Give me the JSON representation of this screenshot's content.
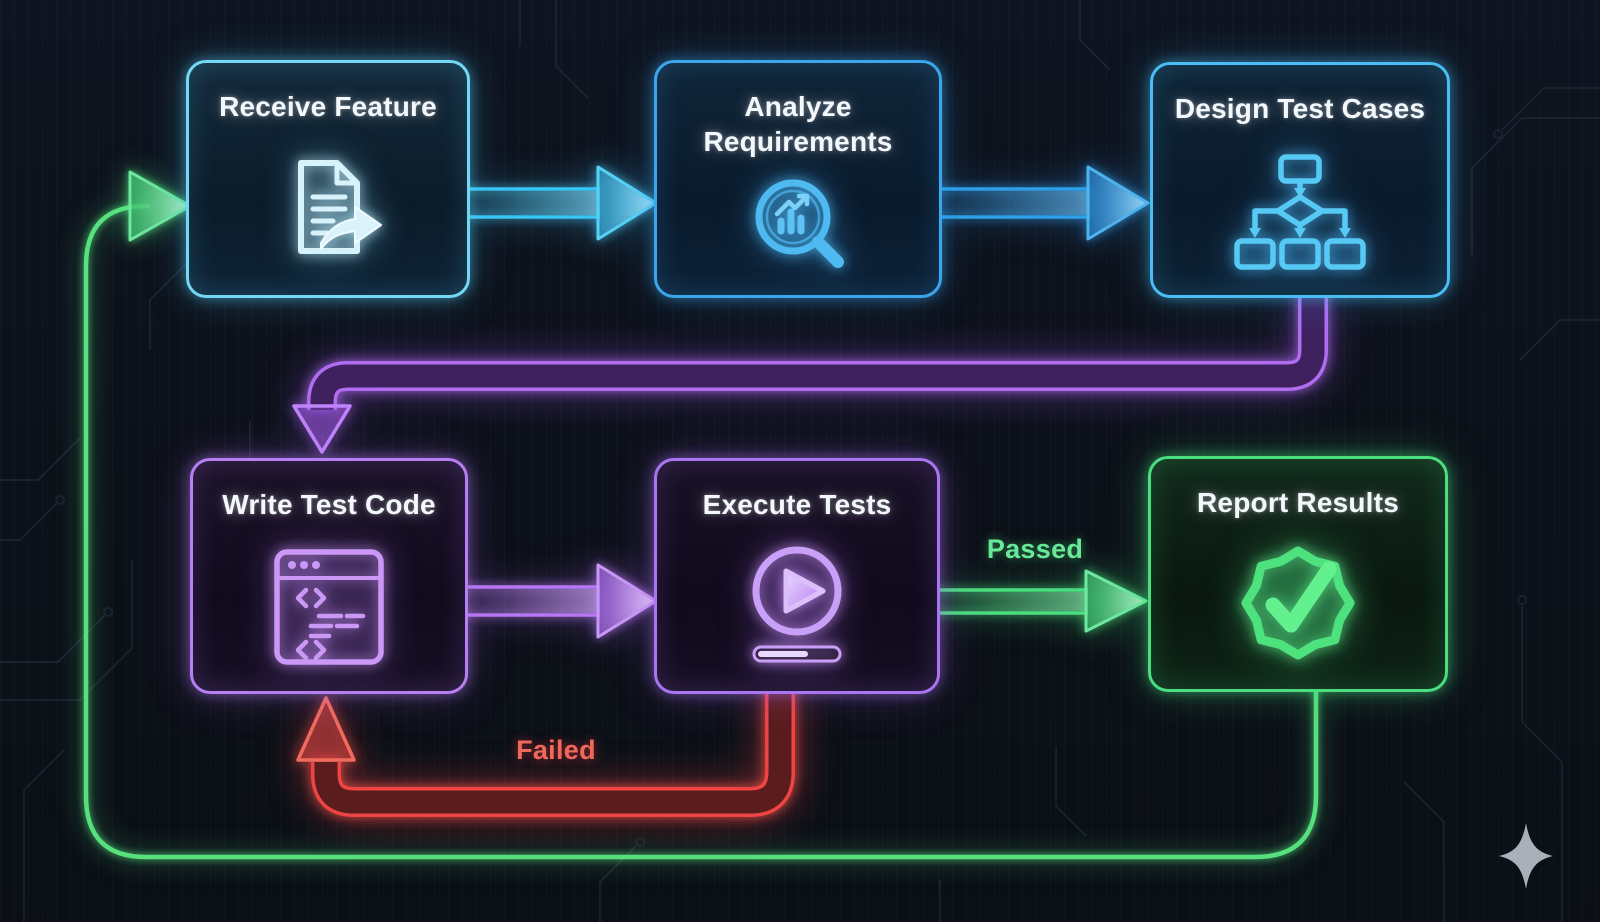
{
  "diagram": {
    "background_color": "#0d1119",
    "nodes": [
      {
        "title": "Receive Feature",
        "icon": "document-arrow-icon",
        "accent_color": "#74d8f5"
      },
      {
        "title": "Analyze Requirements",
        "icon": "magnifier-chart-icon",
        "accent_color": "#3ca6ec"
      },
      {
        "title": "Design Test Cases",
        "icon": "flowchart-tree-icon",
        "accent_color": "#4abdf2"
      },
      {
        "title": "Write Test Code",
        "icon": "code-window-icon",
        "accent_color": "#b67ff3"
      },
      {
        "title": "Execute Tests",
        "icon": "play-progress-icon",
        "accent_color": "#aa75f0"
      },
      {
        "title": "Report Results",
        "icon": "check-badge-icon",
        "accent_color": "#4ade80"
      }
    ],
    "edges": [
      {
        "from": "Receive Feature",
        "to": "Analyze Requirements",
        "label": "",
        "color": "#38c6f4"
      },
      {
        "from": "Analyze Requirements",
        "to": "Design Test Cases",
        "label": "",
        "color": "#2e9fe9"
      },
      {
        "from": "Design Test Cases",
        "to": "Write Test Code",
        "label": "",
        "color": "#a855f7"
      },
      {
        "from": "Write Test Code",
        "to": "Execute Tests",
        "label": "",
        "color": "#b678f4"
      },
      {
        "from": "Execute Tests",
        "to": "Report Results",
        "label": "Passed",
        "color": "#4ade80"
      },
      {
        "from": "Execute Tests",
        "to": "Write Test Code",
        "label": "Failed",
        "color": "#ef4444"
      },
      {
        "from": "Report Results",
        "to": "Receive Feature",
        "label": "",
        "color": "#56e07e"
      }
    ],
    "decorations": [
      {
        "icon": "sparkle-icon",
        "color": "#aab0b9"
      }
    ]
  }
}
